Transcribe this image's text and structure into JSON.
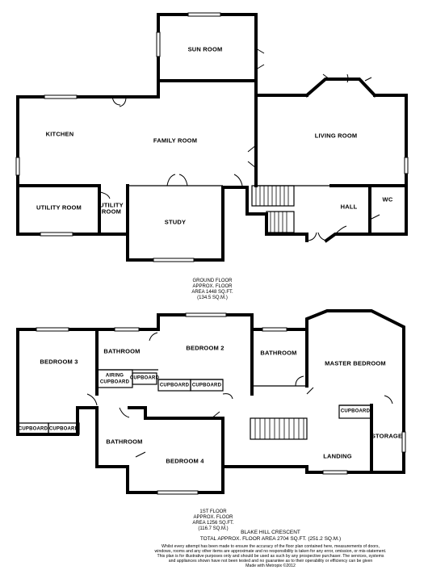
{
  "ground_floor": {
    "rooms": {
      "sun_room": "SUN ROOM",
      "kitchen": "KITCHEN",
      "family_room": "FAMILY ROOM",
      "living_room": "LIVING ROOM",
      "utility_room_1": "UTILITY ROOM",
      "utility_room_2_line1": "UTILITY",
      "utility_room_2_line2": "ROOM",
      "study": "STUDY",
      "hall": "HALL",
      "wc": "WC"
    },
    "label": {
      "line1": "GROUND FLOOR",
      "line2": "APPROX. FLOOR",
      "line3": "AREA 1448 SQ.FT.",
      "line4": "(134.5 SQ.M.)"
    }
  },
  "first_floor": {
    "rooms": {
      "bedroom_3": "BEDROOM 3",
      "bathroom_1": "BATHROOM",
      "bedroom_2": "BEDROOM 2",
      "bathroom_2": "BATHROOM",
      "master_bedroom": "MASTER BEDROOM",
      "airing_line1": "AIRING",
      "airing_line2": "CUPBOARD",
      "cupboard": "CUPBOARD",
      "bathroom_3": "BATHROOM",
      "bedroom_4": "BEDROOM 4",
      "landing": "LANDING",
      "storage": "STORAGE"
    },
    "label": {
      "line1": "1ST FLOOR",
      "line2": "APPROX. FLOOR",
      "line3": "AREA 1256 SQ.FT.",
      "line4": "(116.7 SQ.M.)"
    }
  },
  "footer": {
    "property_name": "BLAKE HILL CRESCENT",
    "total_area": "TOTAL APPROX. FLOOR AREA 2704 SQ.FT. (251.2 SQ.M.)",
    "disclaimer": "Whilst every attempt has been made to ensure the accuracy of the floor plan contained here, measurements of doors, windows, rooms and any other items are approximate and no responsibility is taken for any error, omission, or mis-statement. This plan is for illustrative purposes only and should be used as such by any prospective purchaser. The services, systems and appliances shown have not been tested and no guarantee as to their operability or efficiency can be given",
    "credit": "Made with Metropix ©2012"
  }
}
